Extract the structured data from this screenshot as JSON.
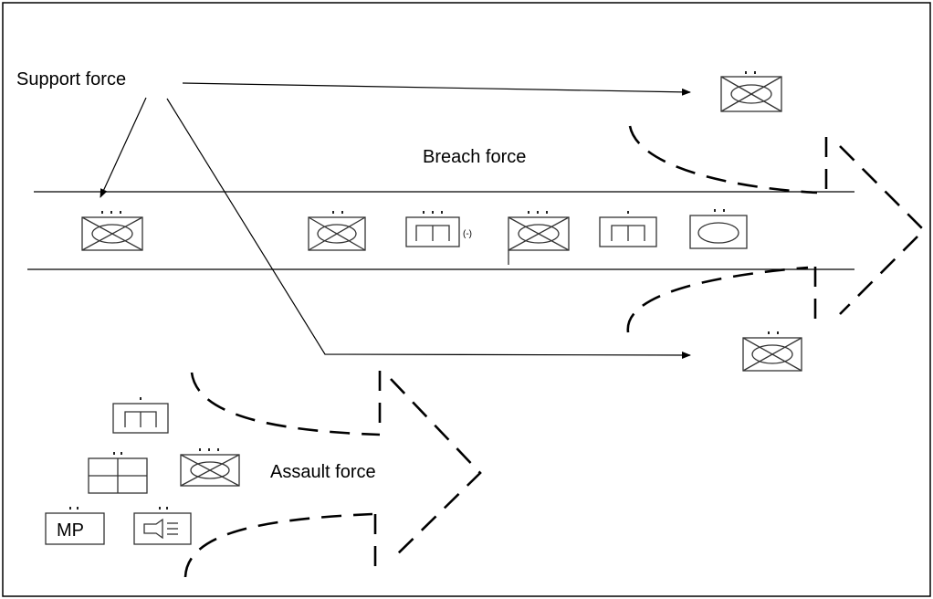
{
  "diagram": {
    "labels": {
      "support_force": "Support force",
      "breach_force": "Breach force",
      "assault_force": "Assault force"
    },
    "symbols": {
      "mp_text": "MP",
      "reduced_marker": "(-)"
    },
    "colors": {
      "line": "#000000",
      "symbol_stroke": "#333333",
      "background": "#ffffff"
    }
  }
}
